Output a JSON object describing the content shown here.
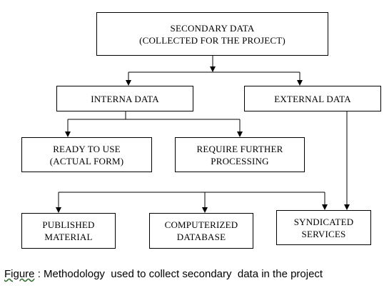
{
  "nodes": {
    "secondary_data": {
      "line1": "SECONDARY DATA",
      "line2": "(COLLECTED FOR THE PROJECT)"
    },
    "internal_data": {
      "line1": "INTERNA DATA"
    },
    "external_data": {
      "line1": "EXTERNAL DATA"
    },
    "ready_to_use": {
      "line1": "READY TO USE",
      "line2": "(ACTUAL FORM)"
    },
    "require_further": {
      "line1": "REQUIRE FURTHER",
      "line2": "PROCESSING"
    },
    "published": {
      "line1": "PUBLISHED",
      "line2": "MATERIAL"
    },
    "computerized": {
      "line1": "COMPUTERIZED",
      "line2": "DATABASE"
    },
    "syndicated": {
      "line1": "SYNDICATED",
      "line2": "SERVICES"
    }
  },
  "caption": {
    "lead": "Figure",
    "rest": " : Methodology  used to collect secondary  data in the project"
  }
}
